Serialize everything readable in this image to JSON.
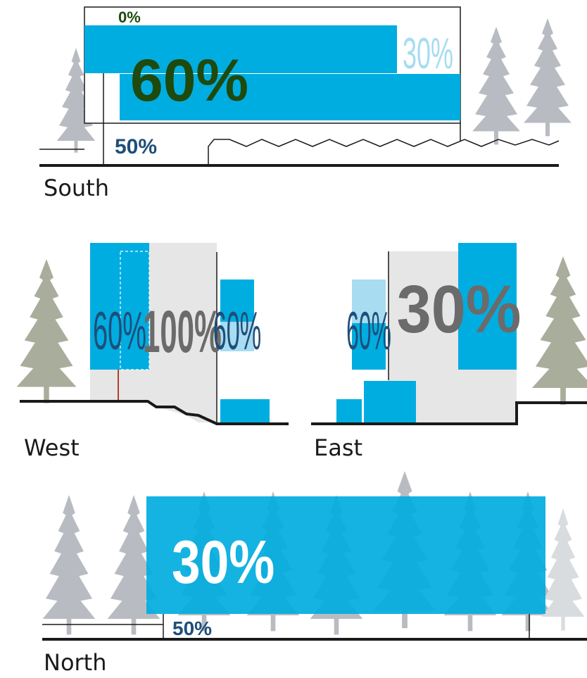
{
  "colors": {
    "glazing_blue": "#00ade0",
    "glazing_light": "#a7dcf1",
    "wall_gray": "#e6e6e6",
    "tree_gray": "#b8bcc2",
    "tree_sage": "#a9ad9b",
    "ground": "#1a1a1a",
    "label_green": "#1f4a0e",
    "label_navy": "#1f4e79",
    "label_gray": "#6b6b6b"
  },
  "south": {
    "caption": "South",
    "pct_top": "0%",
    "pct_main": "60%",
    "pct_right": "30%",
    "pct_bottom": "50%"
  },
  "west": {
    "caption": "West",
    "pct_left": "60%",
    "pct_center": "100%",
    "pct_right": "60%"
  },
  "east": {
    "caption": "East",
    "pct_left": "60%",
    "pct_main": "30%"
  },
  "north": {
    "caption": "North",
    "pct_main": "30%",
    "pct_bottom": "50%"
  }
}
